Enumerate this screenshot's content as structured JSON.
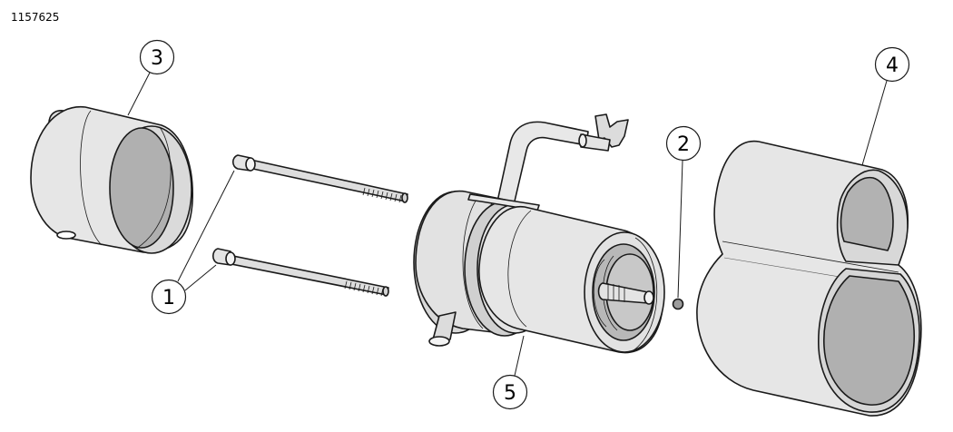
{
  "figure_id": "1157625",
  "callouts": [
    {
      "label": "1"
    },
    {
      "label": "2"
    },
    {
      "label": "3"
    },
    {
      "label": "4"
    },
    {
      "label": "5"
    }
  ],
  "colors": {
    "body_light": "#e6e6e6",
    "body_mid": "#d2d2d2",
    "body_shadow": "#b4b4b4",
    "inner_dark": "#a8a8a8",
    "outline": "#1a1a1a"
  }
}
